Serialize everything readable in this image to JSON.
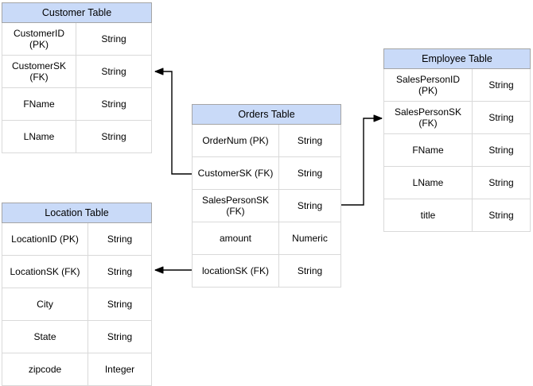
{
  "diagram": {
    "type": "entity-relationship",
    "colors": {
      "header_fill": "#C9DAF8",
      "header_border": "#A5A5A5",
      "grid_line": "#D9D9D9",
      "connector": "#000000"
    },
    "tables": [
      {
        "id": "customer",
        "title": "Customer Table",
        "rows": [
          {
            "name": "CustomerID (PK)",
            "type": "String"
          },
          {
            "name": "CustomerSK\n(FK)",
            "type": "String"
          },
          {
            "name": "FName",
            "type": "String"
          },
          {
            "name": "LName",
            "type": "String"
          }
        ]
      },
      {
        "id": "orders",
        "title": "Orders Table",
        "rows": [
          {
            "name": "OrderNum (PK)",
            "type": "String"
          },
          {
            "name": "CustomerSK (FK)",
            "type": "String"
          },
          {
            "name": "SalesPersonSK\n(FK)",
            "type": "String"
          },
          {
            "name": "amount",
            "type": "Numeric"
          },
          {
            "name": "locationSK (FK)",
            "type": "String"
          }
        ]
      },
      {
        "id": "employee",
        "title": "Employee Table",
        "rows": [
          {
            "name": "SalesPersonID (PK)",
            "type": "String"
          },
          {
            "name": "SalesPersonSK\n(FK)",
            "type": "String"
          },
          {
            "name": "FName",
            "type": "String"
          },
          {
            "name": "LName",
            "type": "String"
          },
          {
            "name": "title",
            "type": "String"
          }
        ]
      },
      {
        "id": "location",
        "title": "Location Table",
        "rows": [
          {
            "name": "LocationID (PK)",
            "type": "String"
          },
          {
            "name": "LocationSK (FK)",
            "type": "String"
          },
          {
            "name": "City",
            "type": "String"
          },
          {
            "name": "State",
            "type": "String"
          },
          {
            "name": "zipcode",
            "type": "Integer"
          }
        ]
      }
    ],
    "relationships": [
      {
        "from": "Orders Table.CustomerSK (FK)",
        "to": "Customer Table.CustomerSK (FK)"
      },
      {
        "from": "Orders Table.SalesPersonSK (FK)",
        "to": "Employee Table.SalesPersonSK (FK)"
      },
      {
        "from": "Orders Table.locationSK (FK)",
        "to": "Location Table.LocationSK (FK)"
      }
    ]
  }
}
